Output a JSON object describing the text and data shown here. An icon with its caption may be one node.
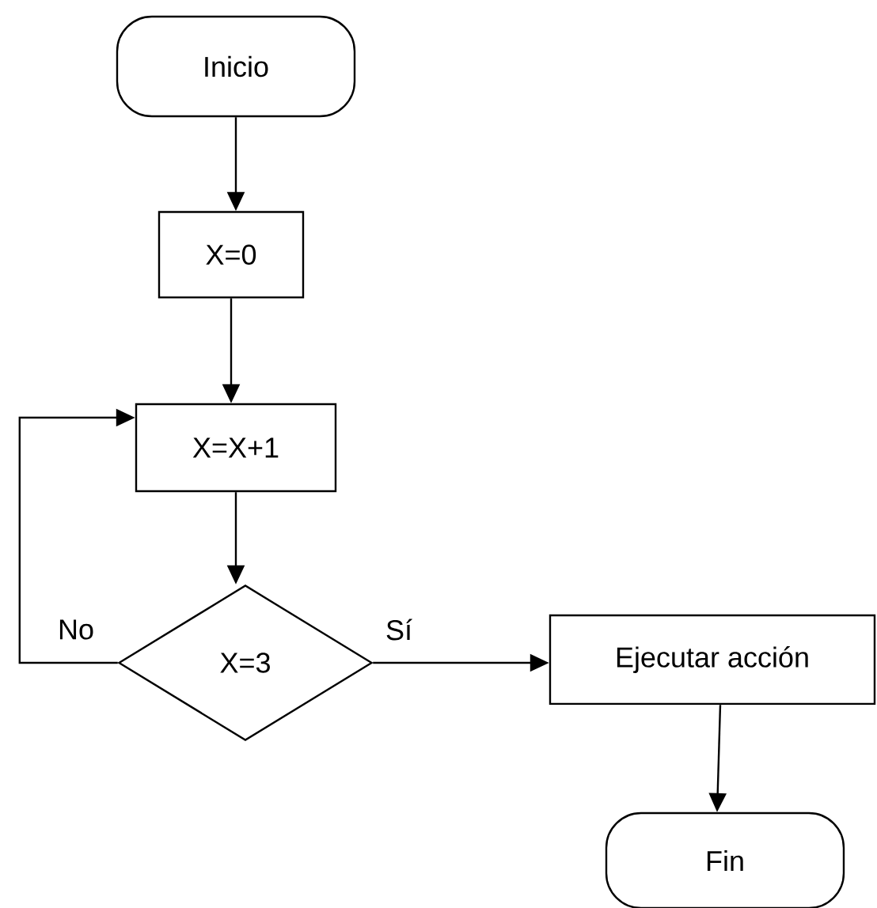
{
  "diagram": {
    "nodes": [
      {
        "text": [
          "Inicio"
        ]
      },
      {
        "text": [
          "X=0"
        ]
      },
      {
        "text": [
          "X=X+1"
        ]
      },
      {
        "text": [
          "X=3"
        ]
      },
      {
        "text": [
          "Ejecutar acción"
        ]
      },
      {
        "text": [
          "Fin"
        ]
      }
    ],
    "edges": [
      {
        "from": 0,
        "to": 1,
        "arrow": "to"
      },
      {
        "from": 1,
        "to": 2,
        "arrow": "to"
      },
      {
        "from": 2,
        "to": 3,
        "arrow": "to"
      },
      {
        "from": 3,
        "to": 2,
        "arrow": "to",
        "label": "No"
      },
      {
        "from": 3,
        "to": 4,
        "arrow": "to",
        "label": "Sí"
      },
      {
        "from": 4,
        "to": 5,
        "arrow": "to"
      }
    ]
  }
}
